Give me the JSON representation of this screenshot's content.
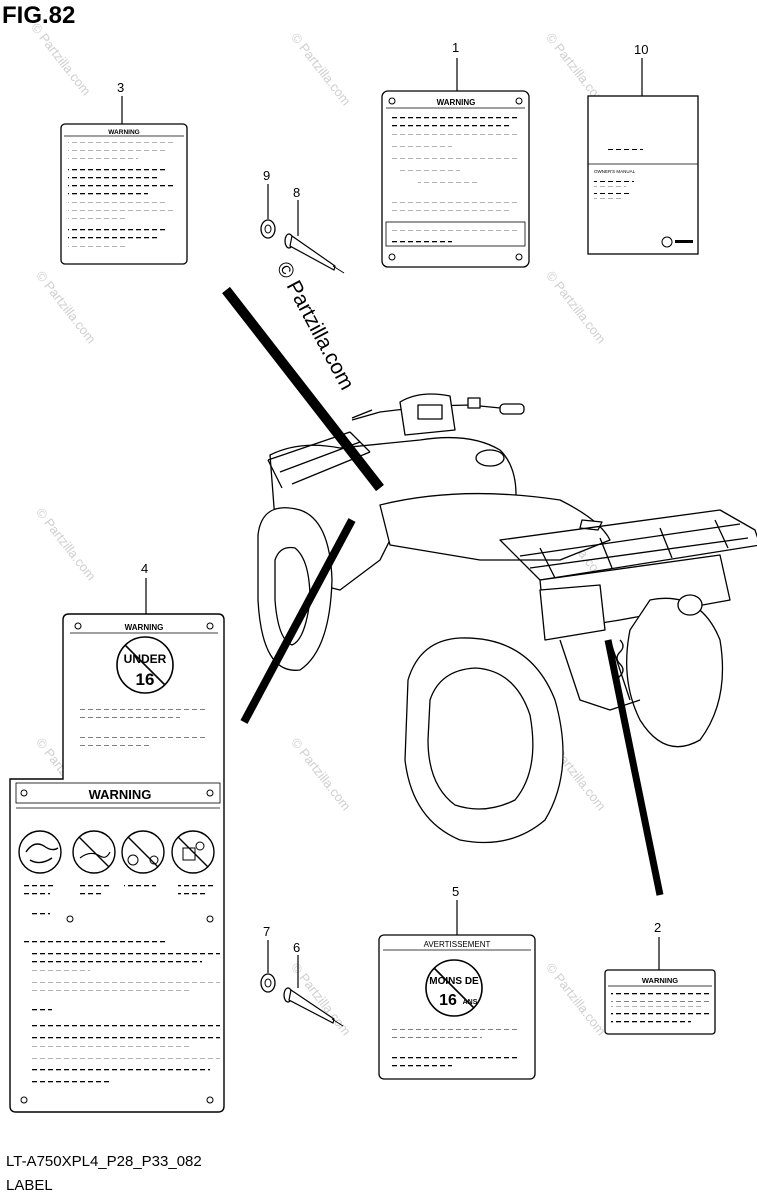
{
  "figure": {
    "title": "FIG.82",
    "code": "LT-A750XPL4_P28_P33_082",
    "name": "LABEL"
  },
  "callouts": [
    "1",
    "2",
    "3",
    "4",
    "5",
    "6",
    "7",
    "8",
    "9",
    "10"
  ],
  "labels": {
    "warning": "WARNING",
    "under_line1": "UNDER",
    "under_line2": "16",
    "avertissement": "AVERTISSEMENT",
    "moins_line1": "MOINS DE",
    "moins_line2": "16",
    "moins_line3": "ANS",
    "owners_manual": "OWNER'S MANUAL"
  },
  "watermark": {
    "text": "© Partzilla.com"
  },
  "colors": {
    "line": "#000000",
    "watermark": "#cfcfcf"
  }
}
